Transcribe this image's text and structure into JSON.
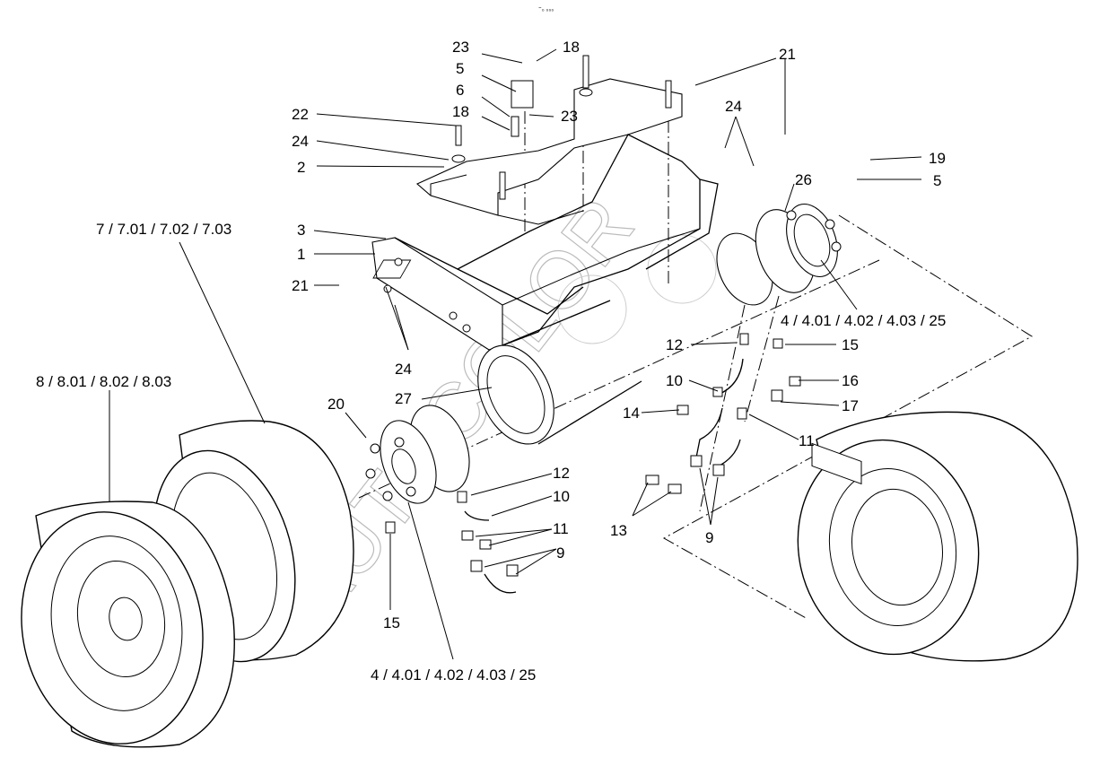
{
  "header": {
    "tag": "⁼₀ ₀₀₀"
  },
  "watermark": "AUTOCOLOR",
  "callouts": [
    {
      "id": "c-23a",
      "text": "23"
    },
    {
      "id": "c-18a",
      "text": "18"
    },
    {
      "id": "c-5a",
      "text": "5"
    },
    {
      "id": "c-6",
      "text": "6"
    },
    {
      "id": "c-18b",
      "text": "18"
    },
    {
      "id": "c-23b",
      "text": "23"
    },
    {
      "id": "c-22",
      "text": "22"
    },
    {
      "id": "c-24a",
      "text": "24"
    },
    {
      "id": "c-2",
      "text": "2"
    },
    {
      "id": "c-21a",
      "text": "21"
    },
    {
      "id": "c-24b",
      "text": "24"
    },
    {
      "id": "c-19",
      "text": "19"
    },
    {
      "id": "c-5b",
      "text": "5"
    },
    {
      "id": "c-26",
      "text": "26"
    },
    {
      "id": "c-7",
      "text": "7 / 7.01 / 7.02 / 7.03"
    },
    {
      "id": "c-3",
      "text": "3"
    },
    {
      "id": "c-1",
      "text": "1"
    },
    {
      "id": "c-21b",
      "text": "21"
    },
    {
      "id": "c-4a",
      "text": "4 / 4.01 / 4.02 / 4.03 / 25"
    },
    {
      "id": "c-12a",
      "text": "12"
    },
    {
      "id": "c-15a",
      "text": "15"
    },
    {
      "id": "c-8",
      "text": "8 / 8.01 / 8.02 / 8.03"
    },
    {
      "id": "c-24c",
      "text": "24"
    },
    {
      "id": "c-10a",
      "text": "10"
    },
    {
      "id": "c-16",
      "text": "16"
    },
    {
      "id": "c-27",
      "text": "27"
    },
    {
      "id": "c-20",
      "text": "20"
    },
    {
      "id": "c-14",
      "text": "14"
    },
    {
      "id": "c-17",
      "text": "17"
    },
    {
      "id": "c-11a",
      "text": "11"
    },
    {
      "id": "c-12b",
      "text": "12"
    },
    {
      "id": "c-10b",
      "text": "10"
    },
    {
      "id": "c-13",
      "text": "13"
    },
    {
      "id": "c-11b",
      "text": "11"
    },
    {
      "id": "c-9a",
      "text": "9"
    },
    {
      "id": "c-9b",
      "text": "9"
    },
    {
      "id": "c-15b",
      "text": "15"
    },
    {
      "id": "c-4b",
      "text": "4 / 4.01 / 4.02 / 4.03 / 25"
    }
  ]
}
